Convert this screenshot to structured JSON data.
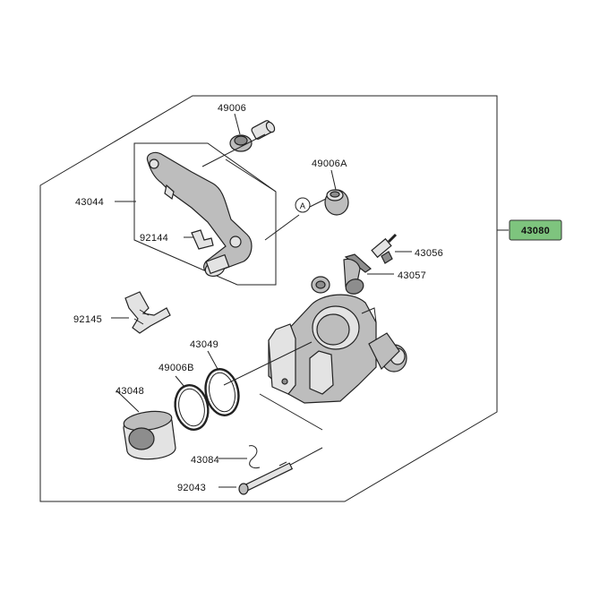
{
  "labels": {
    "l49006": "49006",
    "l49006a": "49006A",
    "l43044": "43044",
    "l92144": "92144",
    "l43080": "43080",
    "l43056": "43056",
    "l43057": "43057",
    "l92145": "92145",
    "l43049": "43049",
    "l49006b": "49006B",
    "l43048": "43048",
    "l43084": "43084",
    "l92043": "92043",
    "callout_a": "A"
  },
  "colors": {
    "main_label_fill": "#7ec47e",
    "main_label_border": "#333333"
  }
}
